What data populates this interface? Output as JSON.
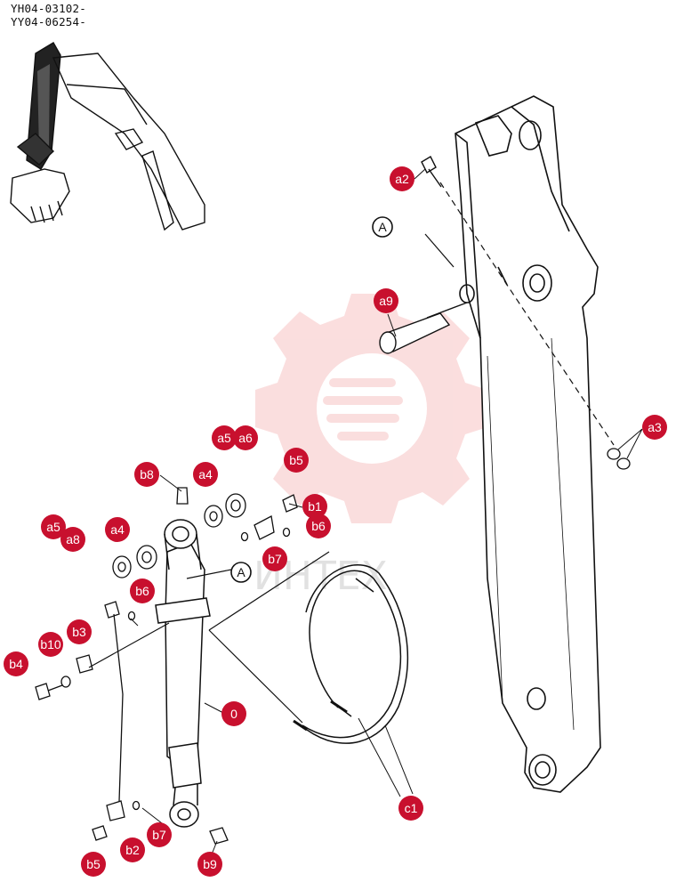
{
  "header": {
    "serial_line_1": "YH04-03102-",
    "serial_line_2": "YY04-06254-"
  },
  "reference_marks": [
    {
      "id": "ref-a-upper",
      "label": "A"
    },
    {
      "id": "ref-a-lower",
      "label": "A"
    }
  ],
  "callouts": [
    {
      "id": "a2",
      "label": "a2"
    },
    {
      "id": "a3",
      "label": "a3"
    },
    {
      "id": "a9",
      "label": "a9"
    },
    {
      "id": "a5-top",
      "label": "a5"
    },
    {
      "id": "a6-top",
      "label": "a6"
    },
    {
      "id": "a4-top",
      "label": "a4"
    },
    {
      "id": "b5-top",
      "label": "b5"
    },
    {
      "id": "b1",
      "label": "b1"
    },
    {
      "id": "b6-right",
      "label": "b6"
    },
    {
      "id": "b8",
      "label": "b8"
    },
    {
      "id": "a5-left",
      "label": "a5"
    },
    {
      "id": "a8",
      "label": "a8"
    },
    {
      "id": "a4-left",
      "label": "a4"
    },
    {
      "id": "b7-top",
      "label": "b7"
    },
    {
      "id": "b6-left",
      "label": "b6"
    },
    {
      "id": "b10",
      "label": "b10"
    },
    {
      "id": "b3",
      "label": "b3"
    },
    {
      "id": "b4",
      "label": "b4"
    },
    {
      "id": "part-0",
      "label": "0"
    },
    {
      "id": "c1",
      "label": "c1"
    },
    {
      "id": "b7-bottom",
      "label": "b7"
    },
    {
      "id": "b5-bottom",
      "label": "b5"
    },
    {
      "id": "b2",
      "label": "b2"
    },
    {
      "id": "b9",
      "label": "b9"
    }
  ],
  "watermark": {
    "text": "ИНТЕХ"
  },
  "colors": {
    "callout": "#c8102e",
    "line": "#111111",
    "watermark": "#f0a0a0"
  }
}
